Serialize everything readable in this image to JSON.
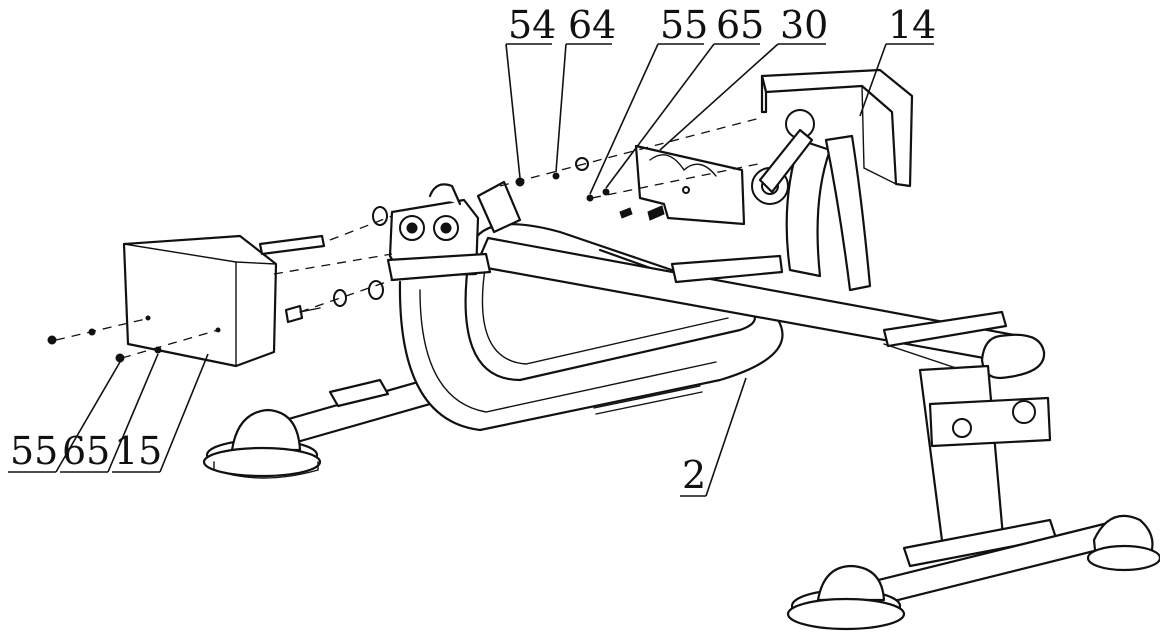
{
  "diagram": {
    "callouts": [
      {
        "id": "c54",
        "text": "54"
      },
      {
        "id": "c64",
        "text": "64"
      },
      {
        "id": "c55-top",
        "text": "55"
      },
      {
        "id": "c65-top",
        "text": "65"
      },
      {
        "id": "c30",
        "text": "30"
      },
      {
        "id": "c14",
        "text": "14"
      },
      {
        "id": "c55-left",
        "text": "55"
      },
      {
        "id": "c65-left",
        "text": "65"
      },
      {
        "id": "c15",
        "text": "15"
      },
      {
        "id": "c2",
        "text": "2"
      }
    ],
    "colors": {
      "line": "#111111",
      "background": "#ffffff"
    }
  }
}
